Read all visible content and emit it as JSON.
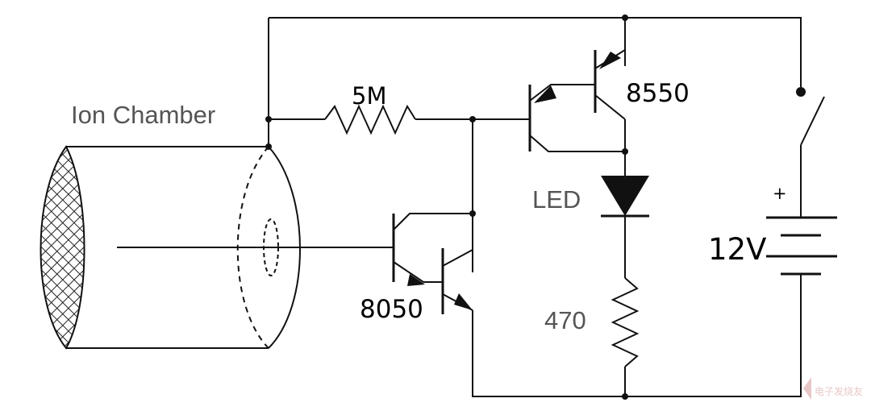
{
  "labels": {
    "ion_chamber": "Ion Chamber",
    "r_5m": "5M",
    "q_8550": "8550",
    "led": "LED",
    "q_8050": "8050",
    "r_470": "470",
    "battery": "12V",
    "plus": "+"
  },
  "watermark": "电子发烧友",
  "colors": {
    "wire": "#111111",
    "gray_text": "#555555",
    "watermark": "#d9a3a3"
  }
}
